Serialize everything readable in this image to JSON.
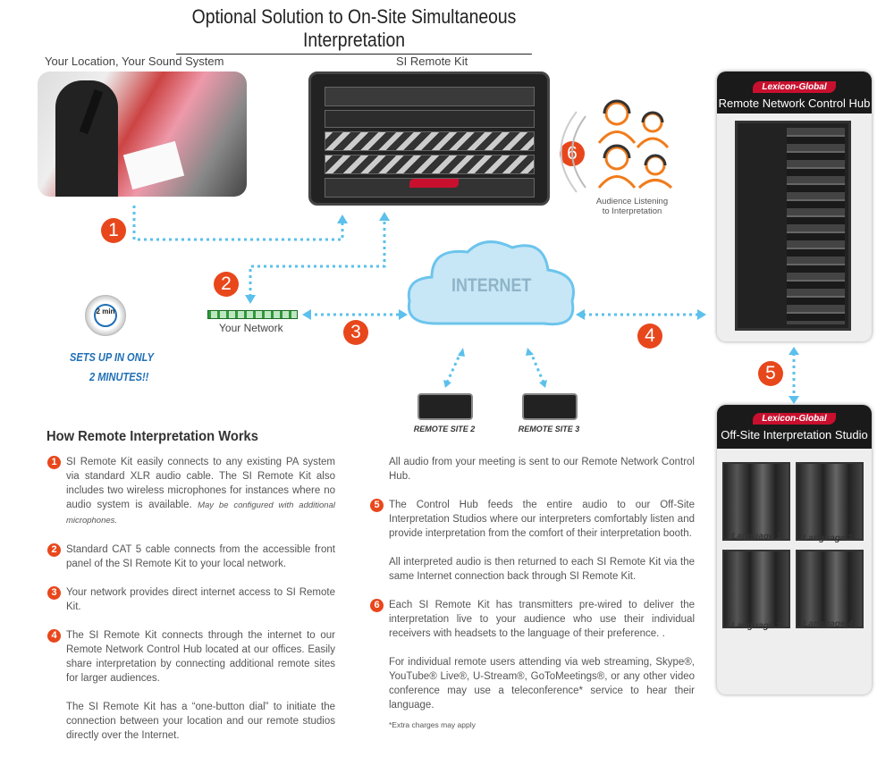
{
  "title": "Optional Solution to On-Site Simultaneous Interpretation",
  "labels": {
    "location": "Your Location, Your Sound System",
    "kit": "SI Remote Kit",
    "audience": "Audience Listening to Interpretation",
    "network": "Your Network",
    "internet": "INTERNET",
    "setup1": "SETS UP IN ONLY",
    "setup2": "2 MINUTES!!",
    "timer": "2 min",
    "site2": "REMOTE SITE 2",
    "site3": "REMOTE SITE 3"
  },
  "hub": {
    "brand": "Lexicon-Global",
    "title": "Remote Network Control Hub"
  },
  "studio": {
    "brand": "Lexicon-Global",
    "title": "Off-Site Interpretation Studio",
    "languages": [
      "Language 1",
      "Language 2",
      "Language 3",
      "Language 4"
    ]
  },
  "badges": [
    "1",
    "2",
    "3",
    "4",
    "5",
    "6"
  ],
  "colors": {
    "accent": "#e8471c",
    "connection": "#5bc0eb",
    "highlight": "#1f6fb5"
  },
  "section_title": "How Remote Interpretation Works",
  "steps_left": [
    {
      "n": "1",
      "text": "SI Remote Kit easily connects to any existing PA system via standard XLR audio cable.  The SI Remote Kit also includes two wireless microphones for instances where no audio system is available.",
      "note": "May be configured with additional microphones."
    },
    {
      "n": "2",
      "text": "Standard CAT 5 cable connects from the accessible front panel of the SI Remote Kit to your local network."
    },
    {
      "n": "3",
      "text": "Your network provides direct internet access to SI Remote Kit."
    },
    {
      "n": "4",
      "text": "The SI Remote Kit connects through the internet to our Remote Network Control Hub located at our offices. Easily share interpretation by connecting additional remote sites for larger audiences."
    },
    {
      "text": "The SI Remote Kit has a “one-button dial” to initiate the connection between your location and our remote studios directly over the Internet."
    }
  ],
  "steps_right": [
    {
      "text": "All audio from your meeting is sent to our Remote Network Control Hub."
    },
    {
      "n": "5",
      "text": "The Control Hub feeds the entire audio to our Off-Site Interpretation Studios where our interpreters comfortably listen and provide interpretation from the comfort of their interpretation booth."
    },
    {
      "text": "All interpreted audio is then returned to each SI Remote Kit via the same Internet connection back through SI Remote Kit."
    },
    {
      "n": "6",
      "text": "Each SI Remote Kit has transmitters pre-wired to deliver the interpretation live to your audience who use their individual receivers with headsets to the language of their preference. ."
    },
    {
      "text": "For individual remote users attending via web streaming, Skype®, YouTube® Live®, U-Stream®, GoToMeetings®, or any other video conference may use a teleconference* service to hear their language."
    }
  ],
  "footnote": "*Extra charges may apply"
}
